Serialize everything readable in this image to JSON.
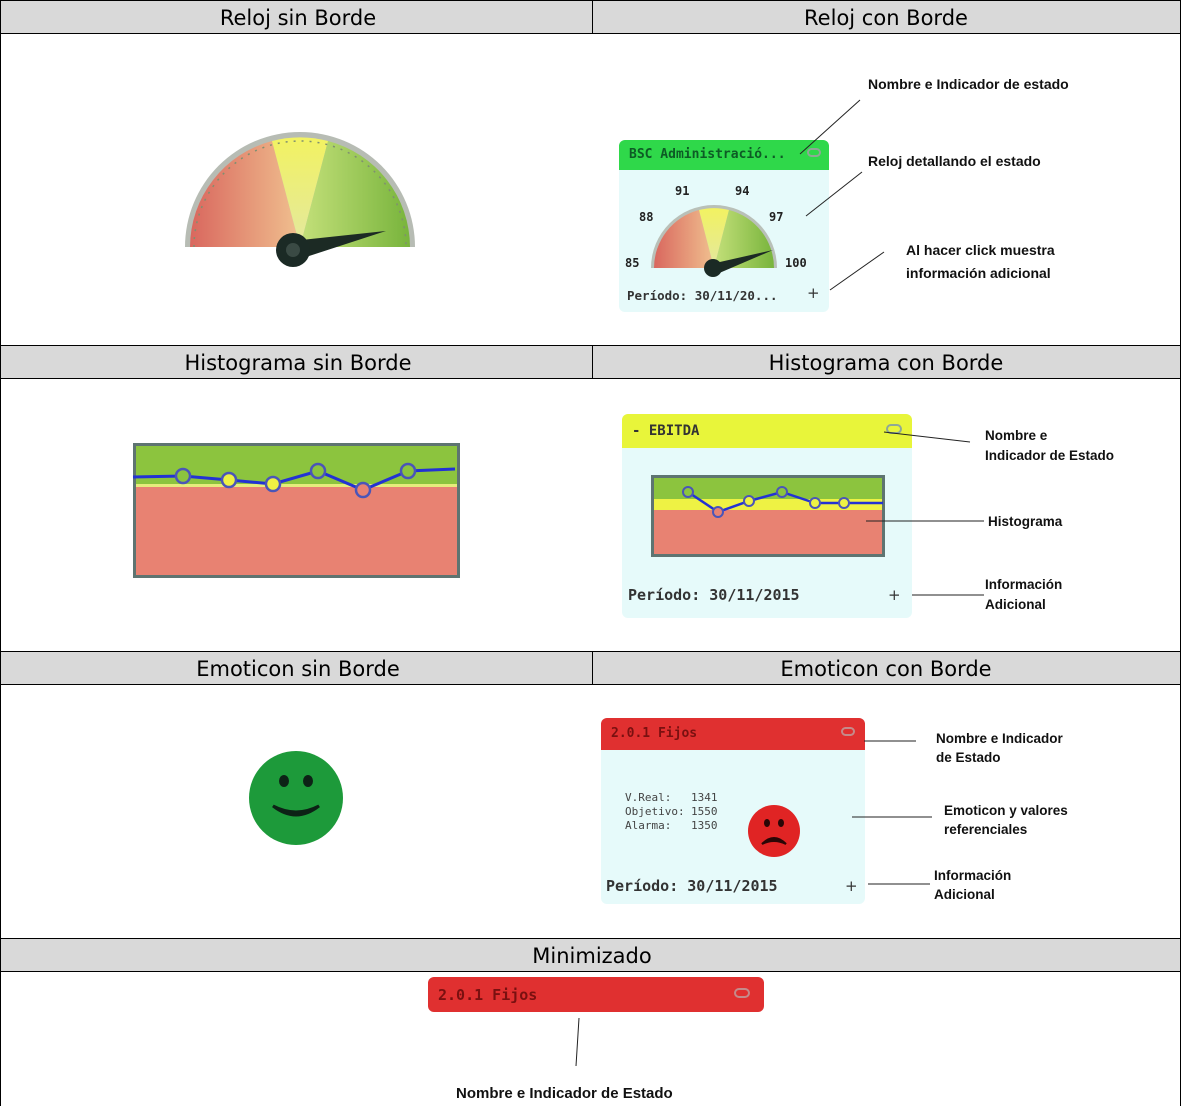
{
  "sections": {
    "clock_plain": "Reloj sin Borde",
    "clock_border": "Reloj con Borde",
    "hist_plain": "Histograma sin Borde",
    "hist_border": "Histograma con Borde",
    "emo_plain": "Emoticon sin Borde",
    "emo_border": "Emoticon con Borde",
    "minimized": "Minimizado"
  },
  "clock_card": {
    "title": "BSC Administració...",
    "ticks": [
      "85",
      "88",
      "91",
      "94",
      "97",
      "100"
    ],
    "period": "Período: 30/11/20...",
    "plus": "+",
    "header_color": "#2fd84a",
    "needle_value": 99
  },
  "clock_notes": {
    "name": "Nombre e Indicador de estado",
    "gauge": "Reloj detallando el estado",
    "click_line1": "Al hacer click muestra",
    "click_line2": "información adicional"
  },
  "hist_card": {
    "title": "- EBITDA",
    "period": "Período: 30/11/2015",
    "plus": "+",
    "header_color": "#e8f53a"
  },
  "hist_notes": {
    "name_line1": "Nombre e",
    "name_line2": "Indicador de Estado",
    "histogram": "Histograma",
    "info_line1": "Información",
    "info_line2": "Adicional"
  },
  "emo_card": {
    "title": "2.0.1 Fijos",
    "real_label": "V.Real:",
    "real_value": "1341",
    "target_label": "Objetivo:",
    "target_value": "1550",
    "alarm_label": "Alarma:",
    "alarm_value": "1350",
    "period": "Período: 30/11/2015",
    "plus": "+",
    "header_color": "#e03030"
  },
  "emo_notes": {
    "name_line1": "Nombre e Indicador",
    "name_line2": "de Estado",
    "emoticon_line1": "Emoticon y valores",
    "emoticon_line2": "referenciales",
    "info_line1": "Información",
    "info_line2": "Adicional"
  },
  "minimized_card": {
    "title": "2.0.1 Fijos",
    "header_color": "#e03030"
  },
  "minimized_note": "Nombre e Indicador de Estado",
  "icons": [
    "link-icon",
    "smiley-happy-icon",
    "smiley-sad-icon",
    "gauge-icon",
    "histogram-icon"
  ]
}
